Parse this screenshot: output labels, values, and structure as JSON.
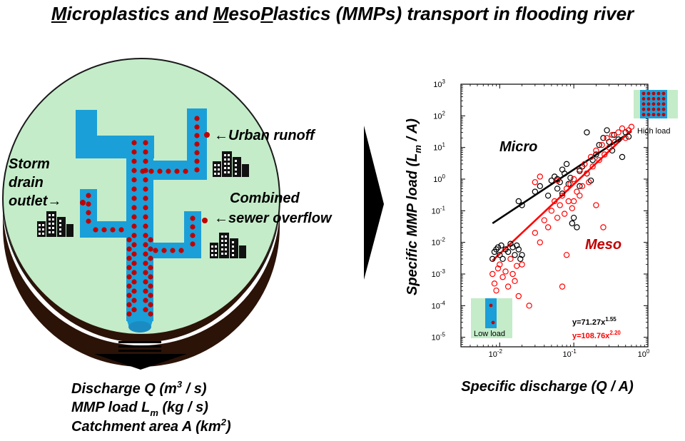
{
  "title": {
    "parts": [
      {
        "text": "M",
        "underline": true
      },
      {
        "text": "icroplastics and ",
        "underline": false
      },
      {
        "text": "M",
        "underline": true
      },
      {
        "text": "eso",
        "underline": false
      },
      {
        "text": "P",
        "underline": true
      },
      {
        "text": "lastics (MMPs) transport in flooding river",
        "underline": false
      }
    ]
  },
  "catchment": {
    "labels": {
      "urban_runoff": "←Urban runoff",
      "storm_line1": "Storm",
      "storm_line2": "drain",
      "storm_line3": "outlet→",
      "cso_line1": "Combined",
      "cso_line2": "←sewer overflow"
    },
    "icons": [
      "buildings-icon",
      "buildings-icon",
      "buildings-icon"
    ]
  },
  "outputs": {
    "discharge": {
      "main": "Discharge Q (m",
      "sup": "3",
      "tail": " / s)"
    },
    "load": {
      "main": "MMP load L",
      "sub": "m",
      "tail": " (kg / s)"
    },
    "area": {
      "main": "Catchment area A (km",
      "sup": "2",
      "tail": ")"
    }
  },
  "colors": {
    "catchment_fill": "#c4ecc9",
    "catchment_rim": "#2b1308",
    "river": "#1b9fd8",
    "particle": "#c00000",
    "micro": "#000000",
    "meso": "#ff0000",
    "meso_label": "#c00000"
  },
  "chart_data": {
    "type": "scatter",
    "xlabel": "Specific discharge (Q / A)",
    "ylabel": {
      "main": "Specific MMP load (L",
      "sub": "m",
      "tail": " / A)"
    },
    "xscale": "log",
    "yscale": "log",
    "xlim": [
      0.003,
      1
    ],
    "ylim": [
      5e-06,
      1000
    ],
    "xticks": [
      {
        "base": "10",
        "exp": "-2",
        "v": 0.01
      },
      {
        "base": "10",
        "exp": "-1",
        "v": 0.1
      },
      {
        "base": "10",
        "exp": "0",
        "v": 1
      }
    ],
    "yticks": [
      {
        "base": "10",
        "exp": "-5",
        "v": 1e-05
      },
      {
        "base": "10",
        "exp": "-4",
        "v": 0.0001
      },
      {
        "base": "10",
        "exp": "-3",
        "v": 0.001
      },
      {
        "base": "10",
        "exp": "-2",
        "v": 0.01
      },
      {
        "base": "10",
        "exp": "-1",
        "v": 0.1
      },
      {
        "base": "10",
        "exp": "0",
        "v": 1
      },
      {
        "base": "10",
        "exp": "1",
        "v": 10
      },
      {
        "base": "10",
        "exp": "2",
        "v": 100
      },
      {
        "base": "10",
        "exp": "3",
        "v": 1000
      }
    ],
    "series": [
      {
        "name": "Micro",
        "color": "#000000",
        "fit": {
          "a": 71.27,
          "b": 1.55,
          "x_range": [
            0.008,
            0.6
          ],
          "base": "y=71.27x",
          "exp": "1.55"
        },
        "points": [
          [
            0.008,
            0.003
          ],
          [
            0.0085,
            0.005
          ],
          [
            0.009,
            0.006
          ],
          [
            0.0095,
            0.007
          ],
          [
            0.01,
            0.004
          ],
          [
            0.0105,
            0.008
          ],
          [
            0.011,
            0.003
          ],
          [
            0.012,
            0.006
          ],
          [
            0.013,
            0.005
          ],
          [
            0.014,
            0.009
          ],
          [
            0.015,
            0.007
          ],
          [
            0.016,
            0.004
          ],
          [
            0.017,
            0.008
          ],
          [
            0.018,
            0.006
          ],
          [
            0.019,
            0.003
          ],
          [
            0.02,
            0.004
          ],
          [
            0.018,
            0.2
          ],
          [
            0.02,
            0.15
          ],
          [
            0.03,
            0.4
          ],
          [
            0.035,
            0.6
          ],
          [
            0.045,
            0.3
          ],
          [
            0.05,
            0.9
          ],
          [
            0.055,
            1.2
          ],
          [
            0.06,
            0.5
          ],
          [
            0.065,
            0.8
          ],
          [
            0.07,
            2.0
          ],
          [
            0.075,
            1.5
          ],
          [
            0.08,
            3.0
          ],
          [
            0.085,
            0.7
          ],
          [
            0.09,
            1.1
          ],
          [
            0.095,
            0.04
          ],
          [
            0.1,
            0.06
          ],
          [
            0.11,
            0.03
          ],
          [
            0.12,
            1.8
          ],
          [
            0.13,
            2.5
          ],
          [
            0.15,
            1.5
          ],
          [
            0.17,
            0.9
          ],
          [
            0.18,
            4.0
          ],
          [
            0.2,
            6.0
          ],
          [
            0.22,
            12.0
          ],
          [
            0.25,
            20.0
          ],
          [
            0.28,
            35.0
          ],
          [
            0.3,
            15.0
          ],
          [
            0.33,
            8.0
          ],
          [
            0.35,
            25.0
          ],
          [
            0.4,
            18.0
          ],
          [
            0.45,
            5.0
          ],
          [
            0.5,
            30.0
          ],
          [
            0.55,
            22.0
          ],
          [
            0.15,
            30.0
          ],
          [
            0.12,
            0.6
          ],
          [
            0.07,
            0.35
          ],
          [
            0.06,
            1.0
          ]
        ]
      },
      {
        "name": "Meso",
        "color": "#ff0000",
        "fit": {
          "a": 108.76,
          "b": 2.2,
          "x_range": [
            0.008,
            0.6
          ],
          "base": "y=108.76x",
          "exp": "2.20"
        },
        "points": [
          [
            0.008,
            0.001
          ],
          [
            0.0085,
            0.0005
          ],
          [
            0.009,
            0.0003
          ],
          [
            0.0095,
            0.0015
          ],
          [
            0.01,
            0.002
          ],
          [
            0.011,
            0.0008
          ],
          [
            0.012,
            0.0012
          ],
          [
            0.013,
            0.0004
          ],
          [
            0.014,
            0.003
          ],
          [
            0.015,
            0.001
          ],
          [
            0.016,
            0.0006
          ],
          [
            0.017,
            0.0018
          ],
          [
            0.018,
            0.0002
          ],
          [
            0.02,
            0.002
          ],
          [
            0.025,
            0.0001
          ],
          [
            0.03,
            0.02
          ],
          [
            0.035,
            0.01
          ],
          [
            0.04,
            0.05
          ],
          [
            0.045,
            0.03
          ],
          [
            0.05,
            0.1
          ],
          [
            0.055,
            0.2
          ],
          [
            0.06,
            0.06
          ],
          [
            0.065,
            0.15
          ],
          [
            0.07,
            0.3
          ],
          [
            0.075,
            0.08
          ],
          [
            0.08,
            0.5
          ],
          [
            0.085,
            0.2
          ],
          [
            0.09,
            0.7
          ],
          [
            0.095,
            0.12
          ],
          [
            0.1,
            1.0
          ],
          [
            0.11,
            0.4
          ],
          [
            0.12,
            2.0
          ],
          [
            0.13,
            0.6
          ],
          [
            0.14,
            3.0
          ],
          [
            0.15,
            1.5
          ],
          [
            0.16,
            0.8
          ],
          [
            0.17,
            5.0
          ],
          [
            0.18,
            2.5
          ],
          [
            0.2,
            8.0
          ],
          [
            0.22,
            4.0
          ],
          [
            0.24,
            12.0
          ],
          [
            0.26,
            6.0
          ],
          [
            0.28,
            20.0
          ],
          [
            0.3,
            10.0
          ],
          [
            0.33,
            25.0
          ],
          [
            0.36,
            15.0
          ],
          [
            0.4,
            30.0
          ],
          [
            0.45,
            40.0
          ],
          [
            0.5,
            20.0
          ],
          [
            0.55,
            35.0
          ],
          [
            0.6,
            45.0
          ],
          [
            0.03,
            0.8
          ],
          [
            0.035,
            1.2
          ],
          [
            0.08,
            0.004
          ],
          [
            0.07,
            0.0004
          ],
          [
            0.25,
            0.03
          ],
          [
            0.06,
            0.9
          ],
          [
            0.1,
            0.2
          ],
          [
            0.12,
            0.3
          ],
          [
            0.2,
            0.15
          ]
        ]
      }
    ],
    "annotations": {
      "micro_label": "Micro",
      "meso_label": "Meso",
      "high_load": "High load",
      "low_load": "Low load"
    }
  }
}
